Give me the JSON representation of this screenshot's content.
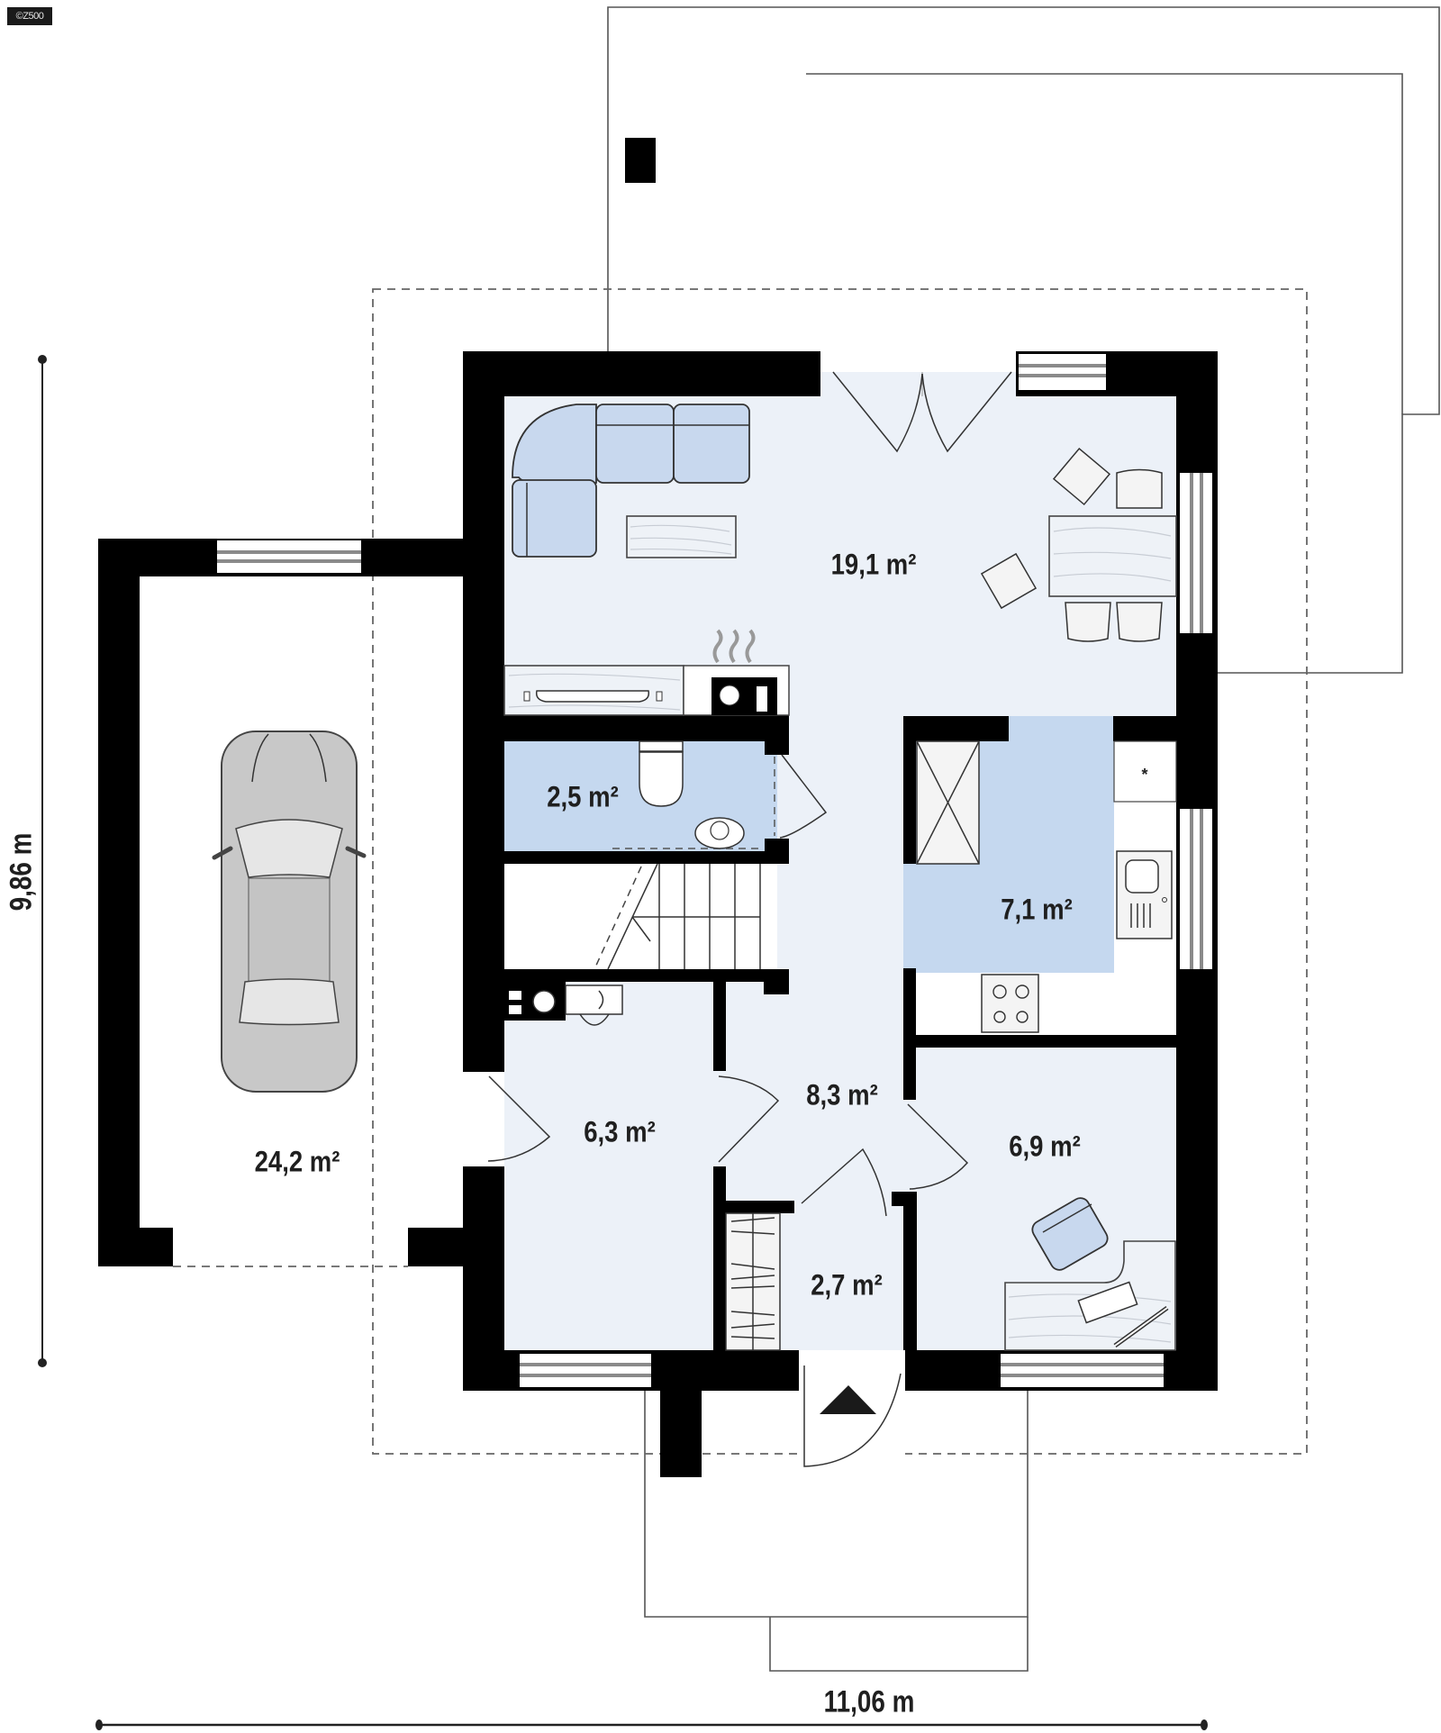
{
  "badge": {
    "text": "©Z500"
  },
  "dimensions": {
    "width": "11,06 m",
    "depth": "9,86 m"
  },
  "rooms": [
    {
      "id": "living-dining",
      "area": "19,1 m²",
      "fill": "#ecf1f8"
    },
    {
      "id": "wc",
      "area": "2,5 m²",
      "fill": "#c5d8ef"
    },
    {
      "id": "kitchen",
      "area": "7,1 m²",
      "fill": "#c5d8ef"
    },
    {
      "id": "hall",
      "area": "8,3 m²",
      "fill": "#ecf1f8"
    },
    {
      "id": "boiler-utility",
      "area": "6,3 m²",
      "fill": "#ecf1f8"
    },
    {
      "id": "study",
      "area": "6,9 m²",
      "fill": "#ecf1f8"
    },
    {
      "id": "vestibule",
      "area": "2,7 m²",
      "fill": "#ecf1f8"
    },
    {
      "id": "garage",
      "area": "24,2 m²",
      "fill": "#ffffff"
    }
  ],
  "colors": {
    "wall": "#000000",
    "room_light": "#ecf1f8",
    "room_blue": "#c5d8ef",
    "furniture_blue": "#c8d8ee",
    "roof_outline_dash": "#666666"
  },
  "symbols": {
    "entrance": "entrance-arrow-icon",
    "fridge_mark": "*"
  }
}
